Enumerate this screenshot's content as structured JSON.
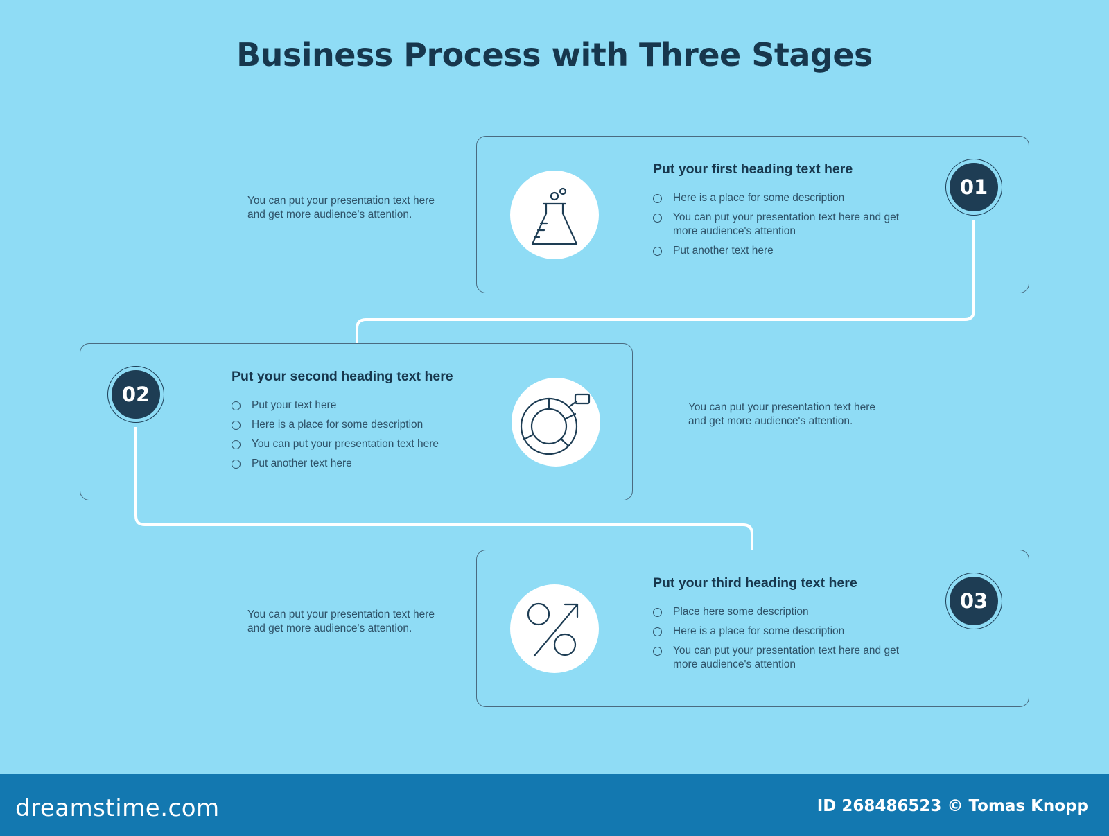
{
  "title": "Business Process with Three Stages",
  "colors": {
    "background": "#8fdcf5",
    "dark_navy": "#1e3d54",
    "connector": "#ffffff",
    "footer": "#1378b0"
  },
  "stages": [
    {
      "number": "01",
      "icon": "lab-flask-icon",
      "heading": "Put your first heading text here",
      "bullets": [
        "Here is a place for some description",
        "You can put your presentation text here and get more audience's attention",
        "Put another text here"
      ],
      "side_text": "You can put your presentation text here and get more audience's attention."
    },
    {
      "number": "02",
      "icon": "donut-chart-icon",
      "heading": "Put your second heading text here",
      "bullets": [
        "Put your text here",
        "Here is a place for some description",
        "You can put your presentation text here",
        "Put another text here"
      ],
      "side_text": "You can put your presentation text here and get more audience's attention."
    },
    {
      "number": "03",
      "icon": "percent-growth-icon",
      "heading": "Put your third heading text here",
      "bullets": [
        "Place here some description",
        "Here is a place for some description",
        "You can put your presentation text here and get more audience's attention"
      ],
      "side_text": "You can put your presentation text here and get more audience's attention."
    }
  ],
  "footer": {
    "logo": "dreamstime.com",
    "credit": "ID 268486523 © Tomas Knopp"
  }
}
